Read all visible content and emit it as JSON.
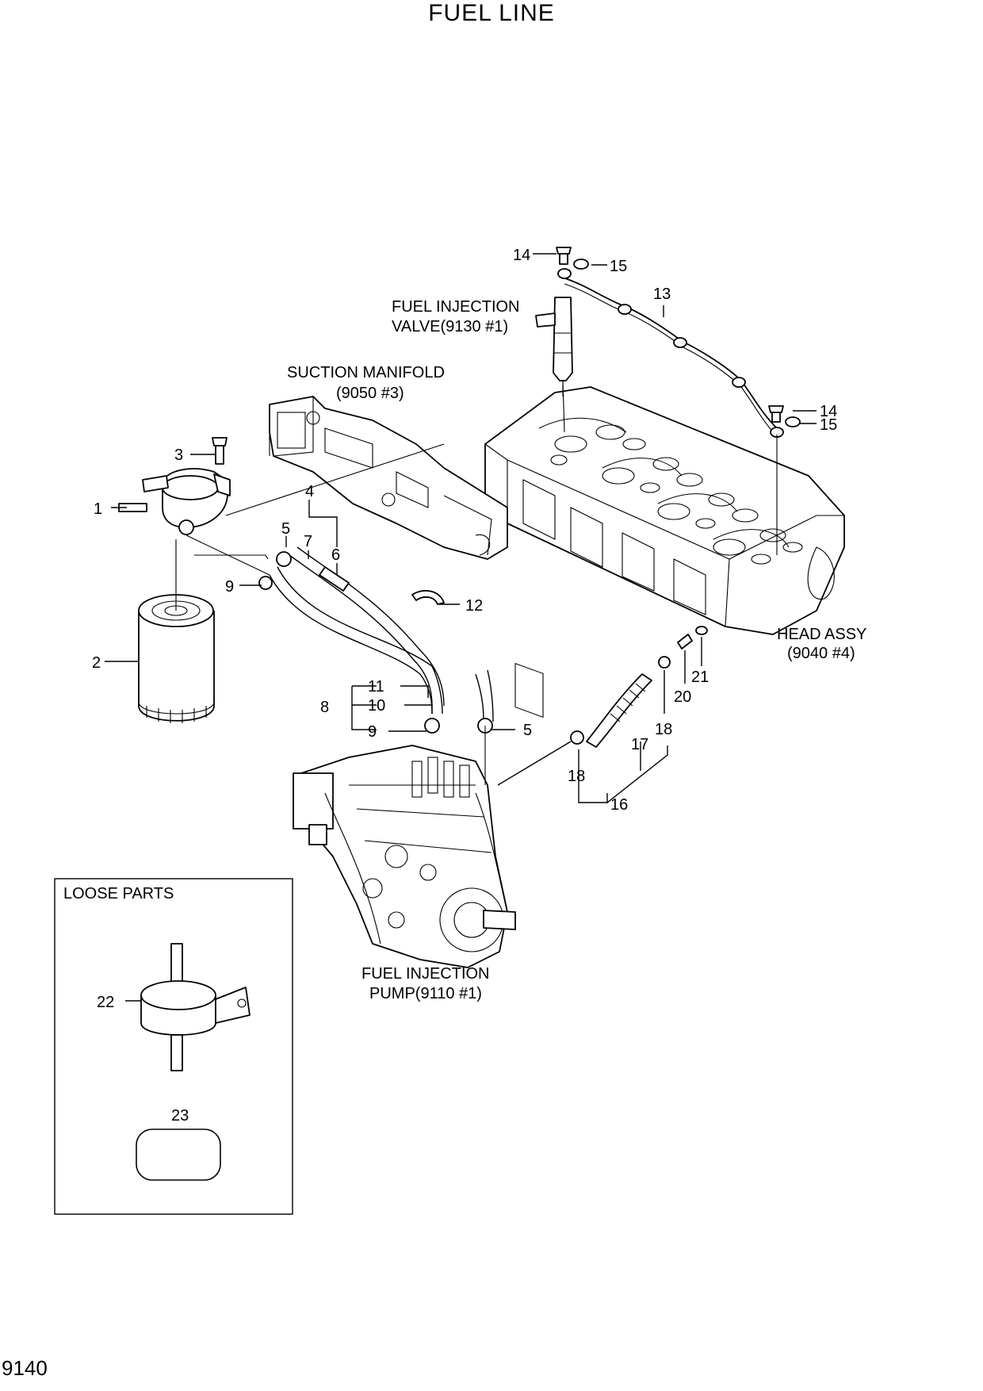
{
  "title": "FUEL LINE",
  "page_number": "9140",
  "callouts": {
    "fuel_injection_valve": [
      "FUEL INJECTION",
      "VALVE(9130 #1)"
    ],
    "suction_manifold": [
      "SUCTION MANIFOLD",
      "(9050 #3)"
    ],
    "head_assy": [
      "HEAD ASSY",
      "(9040 #4)"
    ],
    "fuel_injection_pump": [
      "FUEL INJECTION",
      "PUMP(9110 #1)"
    ]
  },
  "loose_parts": {
    "label": "LOOSE PARTS"
  },
  "part_numbers": {
    "p1": "1",
    "p2": "2",
    "p3": "3",
    "p4": "4",
    "p5a": "5",
    "p5b": "5",
    "p6": "6",
    "p7": "7",
    "p8": "8",
    "p9a": "9",
    "p9b": "9",
    "p10": "10",
    "p11": "11",
    "p12": "12",
    "p13": "13",
    "p14a": "14",
    "p14b": "14",
    "p15a": "15",
    "p15b": "15",
    "p16": "16",
    "p17": "17",
    "p18a": "18",
    "p18b": "18",
    "p20": "20",
    "p21": "21",
    "p22": "22",
    "p23": "23"
  }
}
